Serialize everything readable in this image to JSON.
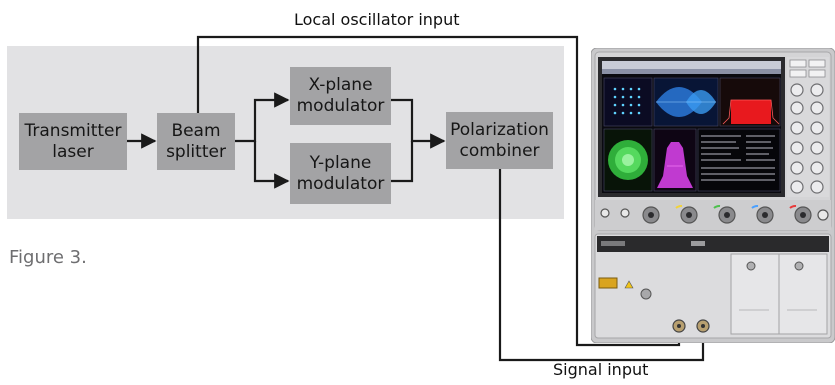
{
  "blocks": {
    "transmitter": "Transmitter\nlaser",
    "splitter": "Beam\nsplitter",
    "xmod": "X-plane\nmodulator",
    "ymod": "Y-plane\nmodulator",
    "combiner": "Polarization\ncombiner"
  },
  "labels": {
    "local_oscillator": "Local oscillator input",
    "signal_input": "Signal input"
  },
  "caption": "Figure 3.",
  "colors": {
    "panel": "#e2e2e4",
    "block": "#a3a3a5",
    "wire": "#1a1a1a",
    "instrument_body": "#c9c9cb",
    "screen_bg": "#0a0a10"
  }
}
